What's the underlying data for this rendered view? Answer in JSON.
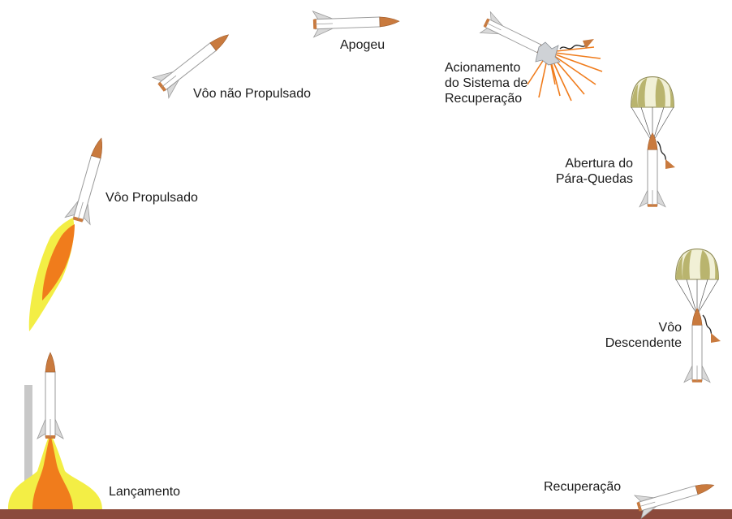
{
  "labels": {
    "launch": "Lançamento",
    "powered_flight": "Vôo Propulsado",
    "coast_flight": "Vôo não Propulsado",
    "apogee": "Apogeu",
    "recovery_activation": [
      "Acionamento",
      "do Sistema de",
      "Recuperação"
    ],
    "parachute_opening": [
      "Abertura do",
      "Pára-Quedas"
    ],
    "descent": [
      "Vôo",
      "Descendente"
    ],
    "recovery": "Recuperação"
  },
  "colors": {
    "ground": "#8b4a3c",
    "rocket_body": "#ffffff",
    "rocket_outline": "#9a9a9a",
    "fin": "#d9d9d9",
    "nose_cone": "#c97a3e",
    "flame_outer": "#f3ee45",
    "flame_inner": "#f07c1c",
    "parachute_cream": "#f1f0d6",
    "parachute_olive": "#b9b46e",
    "launch_rail": "#c8c8c8"
  }
}
